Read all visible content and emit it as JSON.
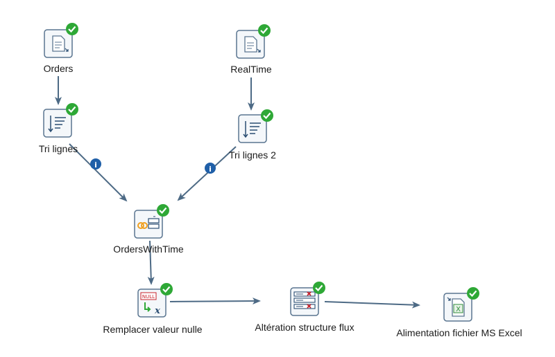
{
  "diagram": {
    "nodes": [
      {
        "id": "orders",
        "label": "Orders",
        "icon": "file-input-icon"
      },
      {
        "id": "realtime",
        "label": "RealTime",
        "icon": "file-input-icon"
      },
      {
        "id": "tri1",
        "label": "Tri lignes",
        "icon": "sort-icon"
      },
      {
        "id": "tri2",
        "label": "Tri lignes 2",
        "icon": "sort-icon"
      },
      {
        "id": "join",
        "label": "OrdersWithTime",
        "icon": "join-icon"
      },
      {
        "id": "replace",
        "label": "Remplacer valeur nulle",
        "icon": "replace-null-icon"
      },
      {
        "id": "alter",
        "label": "Altération structure flux",
        "icon": "alter-structure-icon"
      },
      {
        "id": "excel",
        "label": "Alimentation fichier MS Excel",
        "icon": "excel-output-icon"
      }
    ],
    "edges": [
      {
        "from": "orders",
        "to": "tri1"
      },
      {
        "from": "realtime",
        "to": "tri2"
      },
      {
        "from": "tri1",
        "to": "join",
        "info": true
      },
      {
        "from": "tri2",
        "to": "join",
        "info": true
      },
      {
        "from": "join",
        "to": "replace"
      },
      {
        "from": "replace",
        "to": "alter"
      },
      {
        "from": "alter",
        "to": "excel"
      }
    ],
    "null_badge_text": "NULL",
    "colors": {
      "edge": "#4d6a85",
      "ok": "#2ea836",
      "info": "#1f5fa8",
      "icon_border": "#5a7590",
      "icon_bg": "#f4f7fa"
    }
  }
}
